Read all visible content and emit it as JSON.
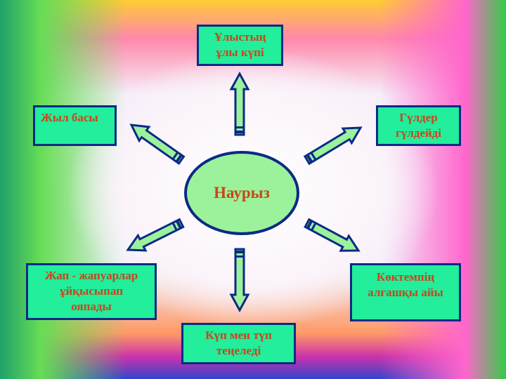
{
  "center": "Наурыз",
  "boxes": {
    "top": [
      "Ұлыстың",
      "ұлы күпі"
    ],
    "top_left": [
      "Жыл басы"
    ],
    "top_right": [
      "Гүлдер",
      "гүлдейді"
    ],
    "bottom_left": [
      "Жап - жапуарлар",
      "ұйқысыпап",
      "ояпады"
    ],
    "bottom_right": [
      "Көктемпің",
      "алғашқы айы"
    ],
    "bottom": [
      "Күп мен түп",
      "теңеледі"
    ]
  },
  "colors": {
    "box_fill": "#22ee9c",
    "border": "#0b2a86",
    "text": "#c9461a",
    "ellipse_fill": "#9cf29a"
  }
}
